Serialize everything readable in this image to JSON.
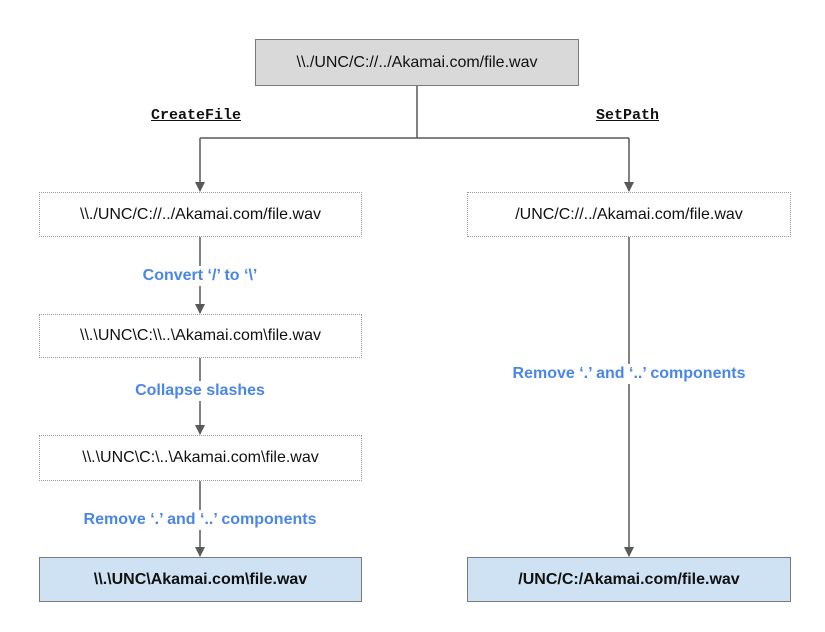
{
  "root_path": "\\\\./UNC/C://../Akamai.com/file.wav",
  "branches": {
    "createfile": {
      "title": "CreateFile",
      "steps": [
        {
          "path": "\\\\./UNC/C://../Akamai.com/file.wav",
          "label": "Convert ‘/’ to ‘\\’"
        },
        {
          "path": "\\\\.\\UNC\\C:\\\\..\\Akamai.com\\file.wav",
          "label": "Collapse slashes"
        },
        {
          "path": "\\\\.\\UNC\\C:\\..\\Akamai.com\\file.wav",
          "label": "Remove ‘.’ and ‘..’ components"
        }
      ],
      "result": "\\\\.\\UNC\\Akamai.com\\file.wav"
    },
    "setpath": {
      "title": "SetPath",
      "steps": [
        {
          "path": "/UNC/C://../Akamai.com/file.wav",
          "label": "Remove ‘.’ and ‘..’ components"
        }
      ],
      "result": "/UNC/C:/Akamai.com/file.wav"
    }
  },
  "colors": {
    "root_fill": "#d9d9d9",
    "result_fill": "#cfe2f3",
    "step_label": "#4a86e8",
    "connector": "#595959"
  }
}
